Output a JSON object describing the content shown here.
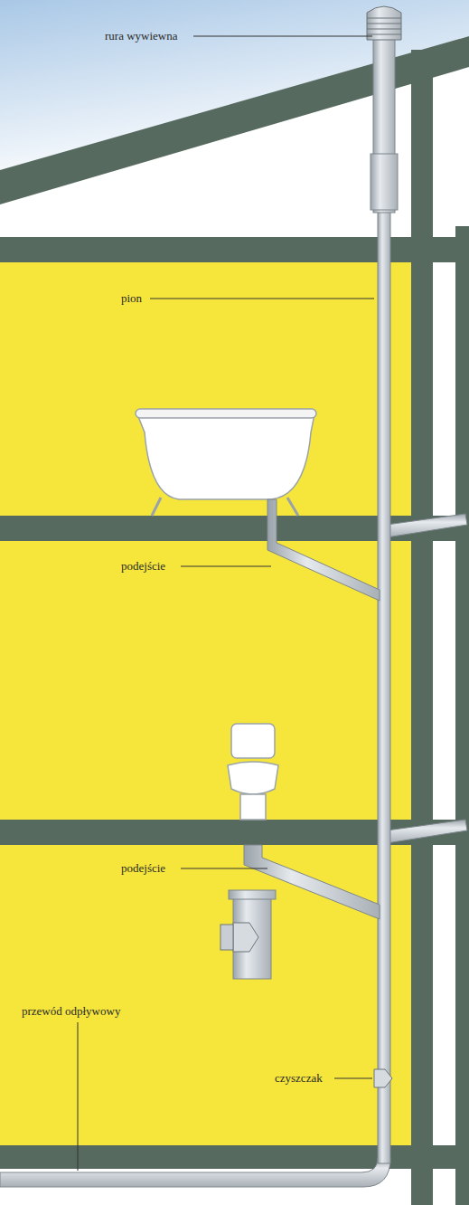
{
  "diagram": {
    "labels": [
      "rura wywiewna",
      "pion",
      "podejście",
      "podejście",
      "przewód odpływowy",
      "czyszczak"
    ]
  }
}
